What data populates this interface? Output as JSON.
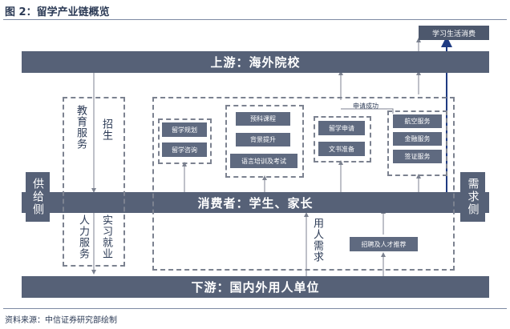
{
  "title": "图 2：留学产业链概览",
  "bands": {
    "upstream": "上游：海外院校",
    "consumers": "消费者：学生、家长",
    "downstream": "下游：国内外用人单位"
  },
  "sides": {
    "supply": "供给侧",
    "demand": "需求侧"
  },
  "top_right_box": "学习生活消费",
  "left_labels": {
    "education_services": "教育服务",
    "recruitment": "招生",
    "hr_services": "人力服务",
    "internship_employment": "实习就业"
  },
  "nodes": {
    "study_planning": "留学规划",
    "study_consulting": "留学咨询",
    "pre_course": "预科课程",
    "background_boost": "背景提升",
    "language_training": "语言培训及考试",
    "application": "留学申请",
    "document_prep": "文书准备",
    "flight_service": "航空服务",
    "finance_service": "金融服务",
    "visa_service": "签证服务",
    "recruit_talent": "招聘及人才推荐"
  },
  "annotations": {
    "application_success": "申请成功",
    "hiring_demand": "用人需求"
  },
  "footer": "资料来源：中信证券研究部绘制"
}
